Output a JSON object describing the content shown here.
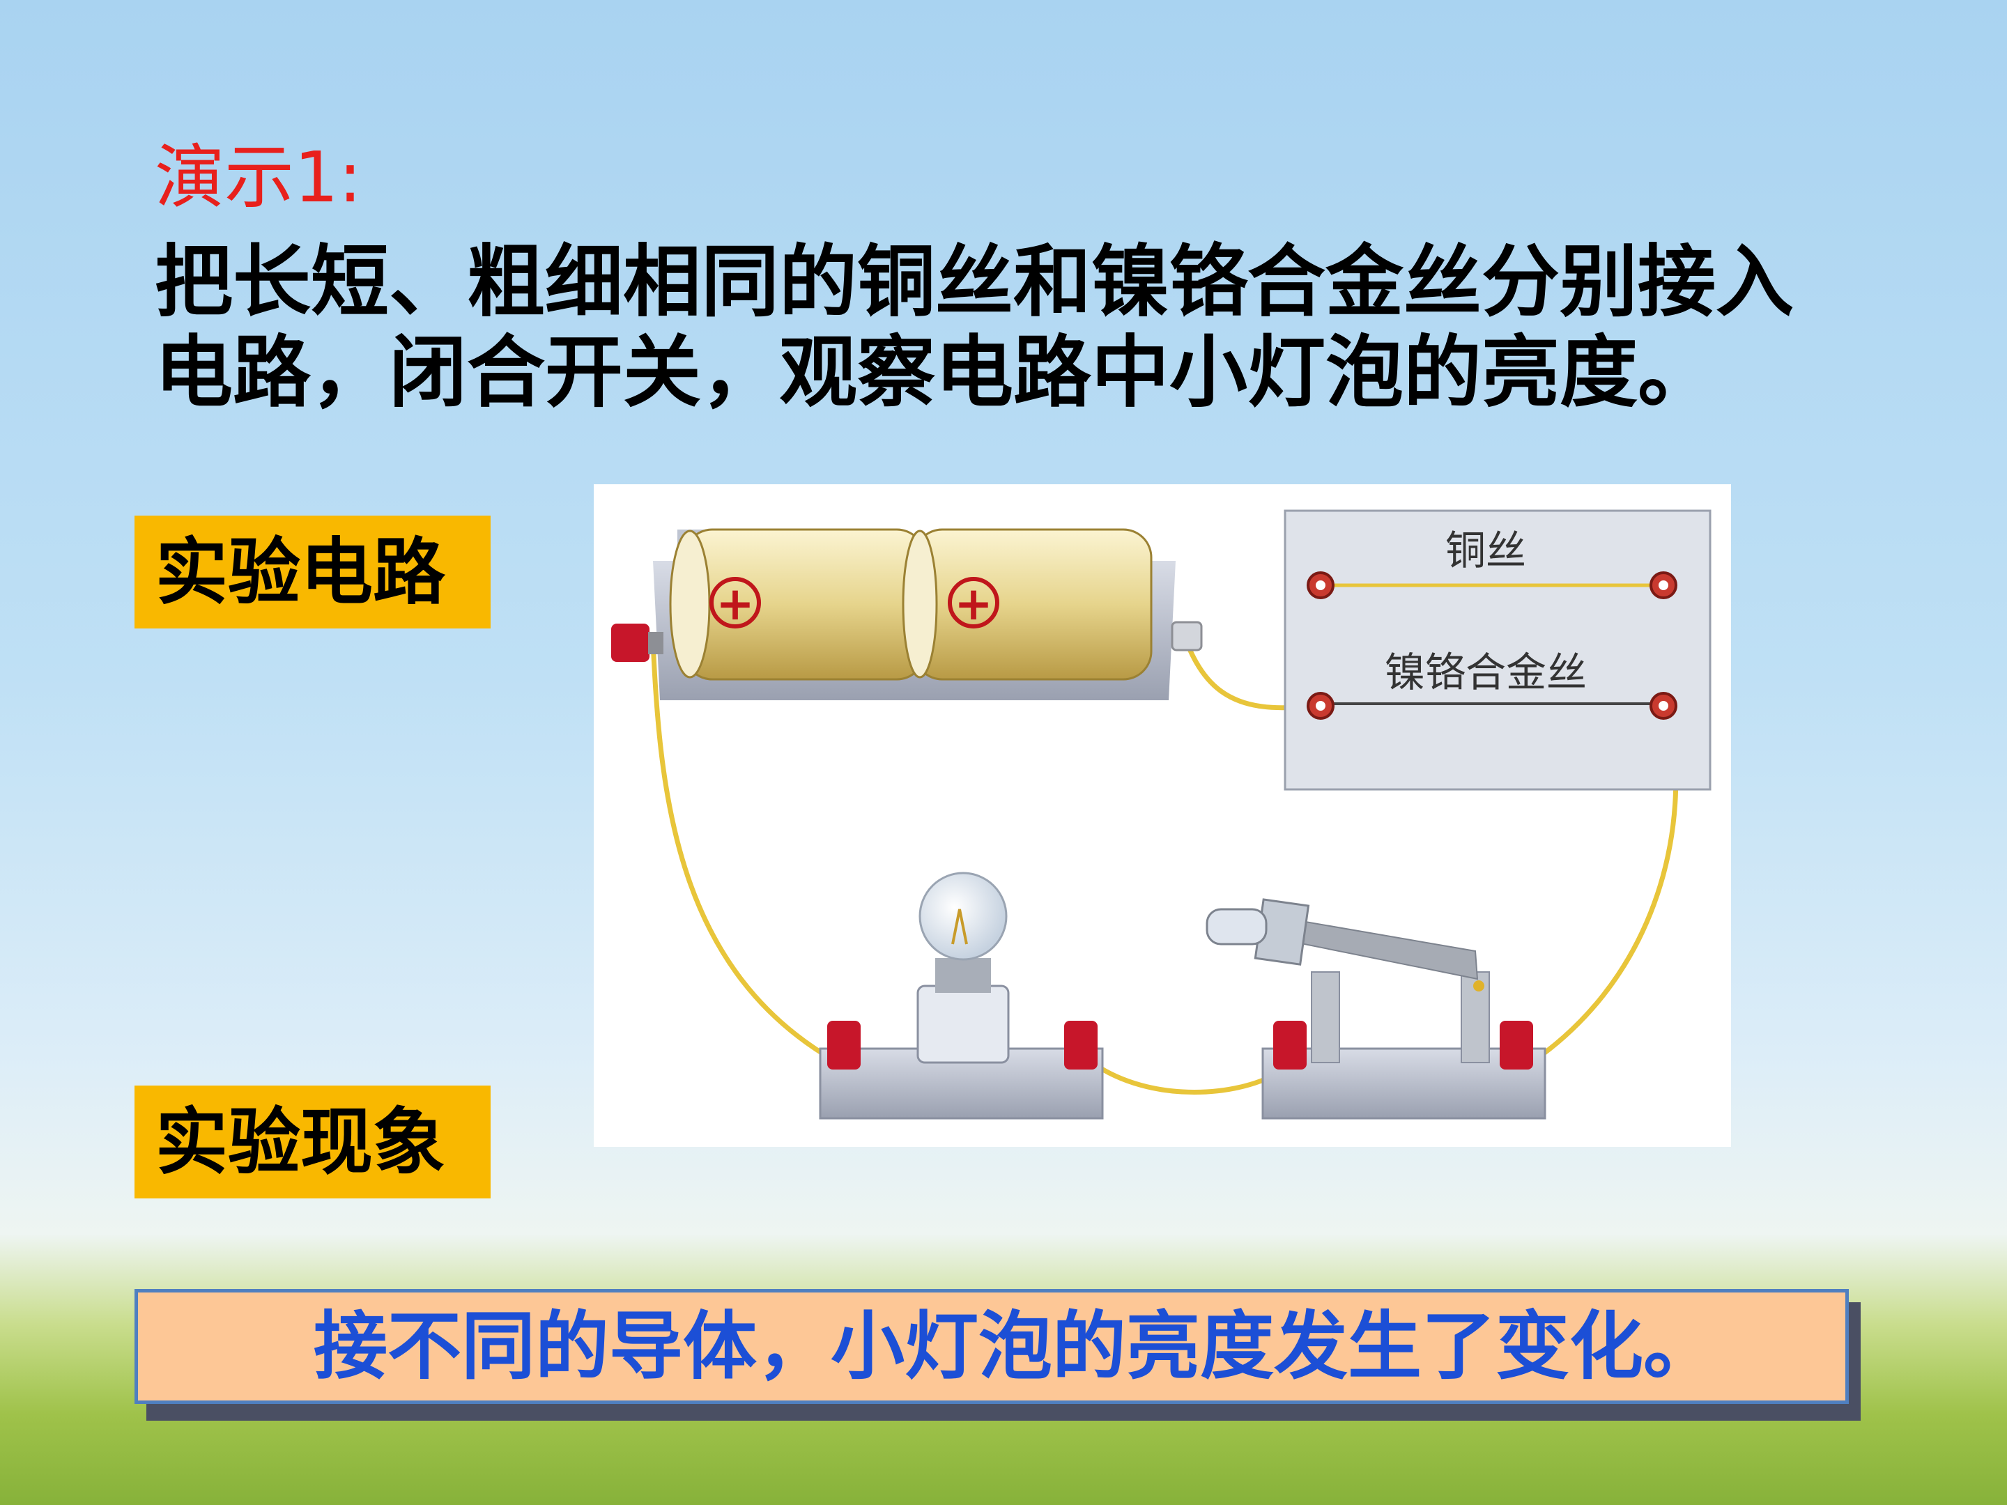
{
  "slide": {
    "title": "演示1:",
    "description_line1": "把长短、粗细相同的铜丝和镍铬合金丝分别接入",
    "description_line2": "电路，闭合开关，观察电路中小灯泡的亮度。",
    "label_circuit": "实验电路",
    "label_phenomenon": "实验现象",
    "result_text": "接不同的导体，小灯泡的亮度发生了变化。"
  },
  "diagram": {
    "wire_copper_label": "铜丝",
    "wire_nichrome_label": "镍铬合金丝",
    "battery_symbol": "+"
  },
  "colors": {
    "title": "#e8201c",
    "label_bg": "#f9b800",
    "result_bg": "#fdc796",
    "result_text": "#1c4fd6",
    "result_border": "#4f7fc0"
  }
}
